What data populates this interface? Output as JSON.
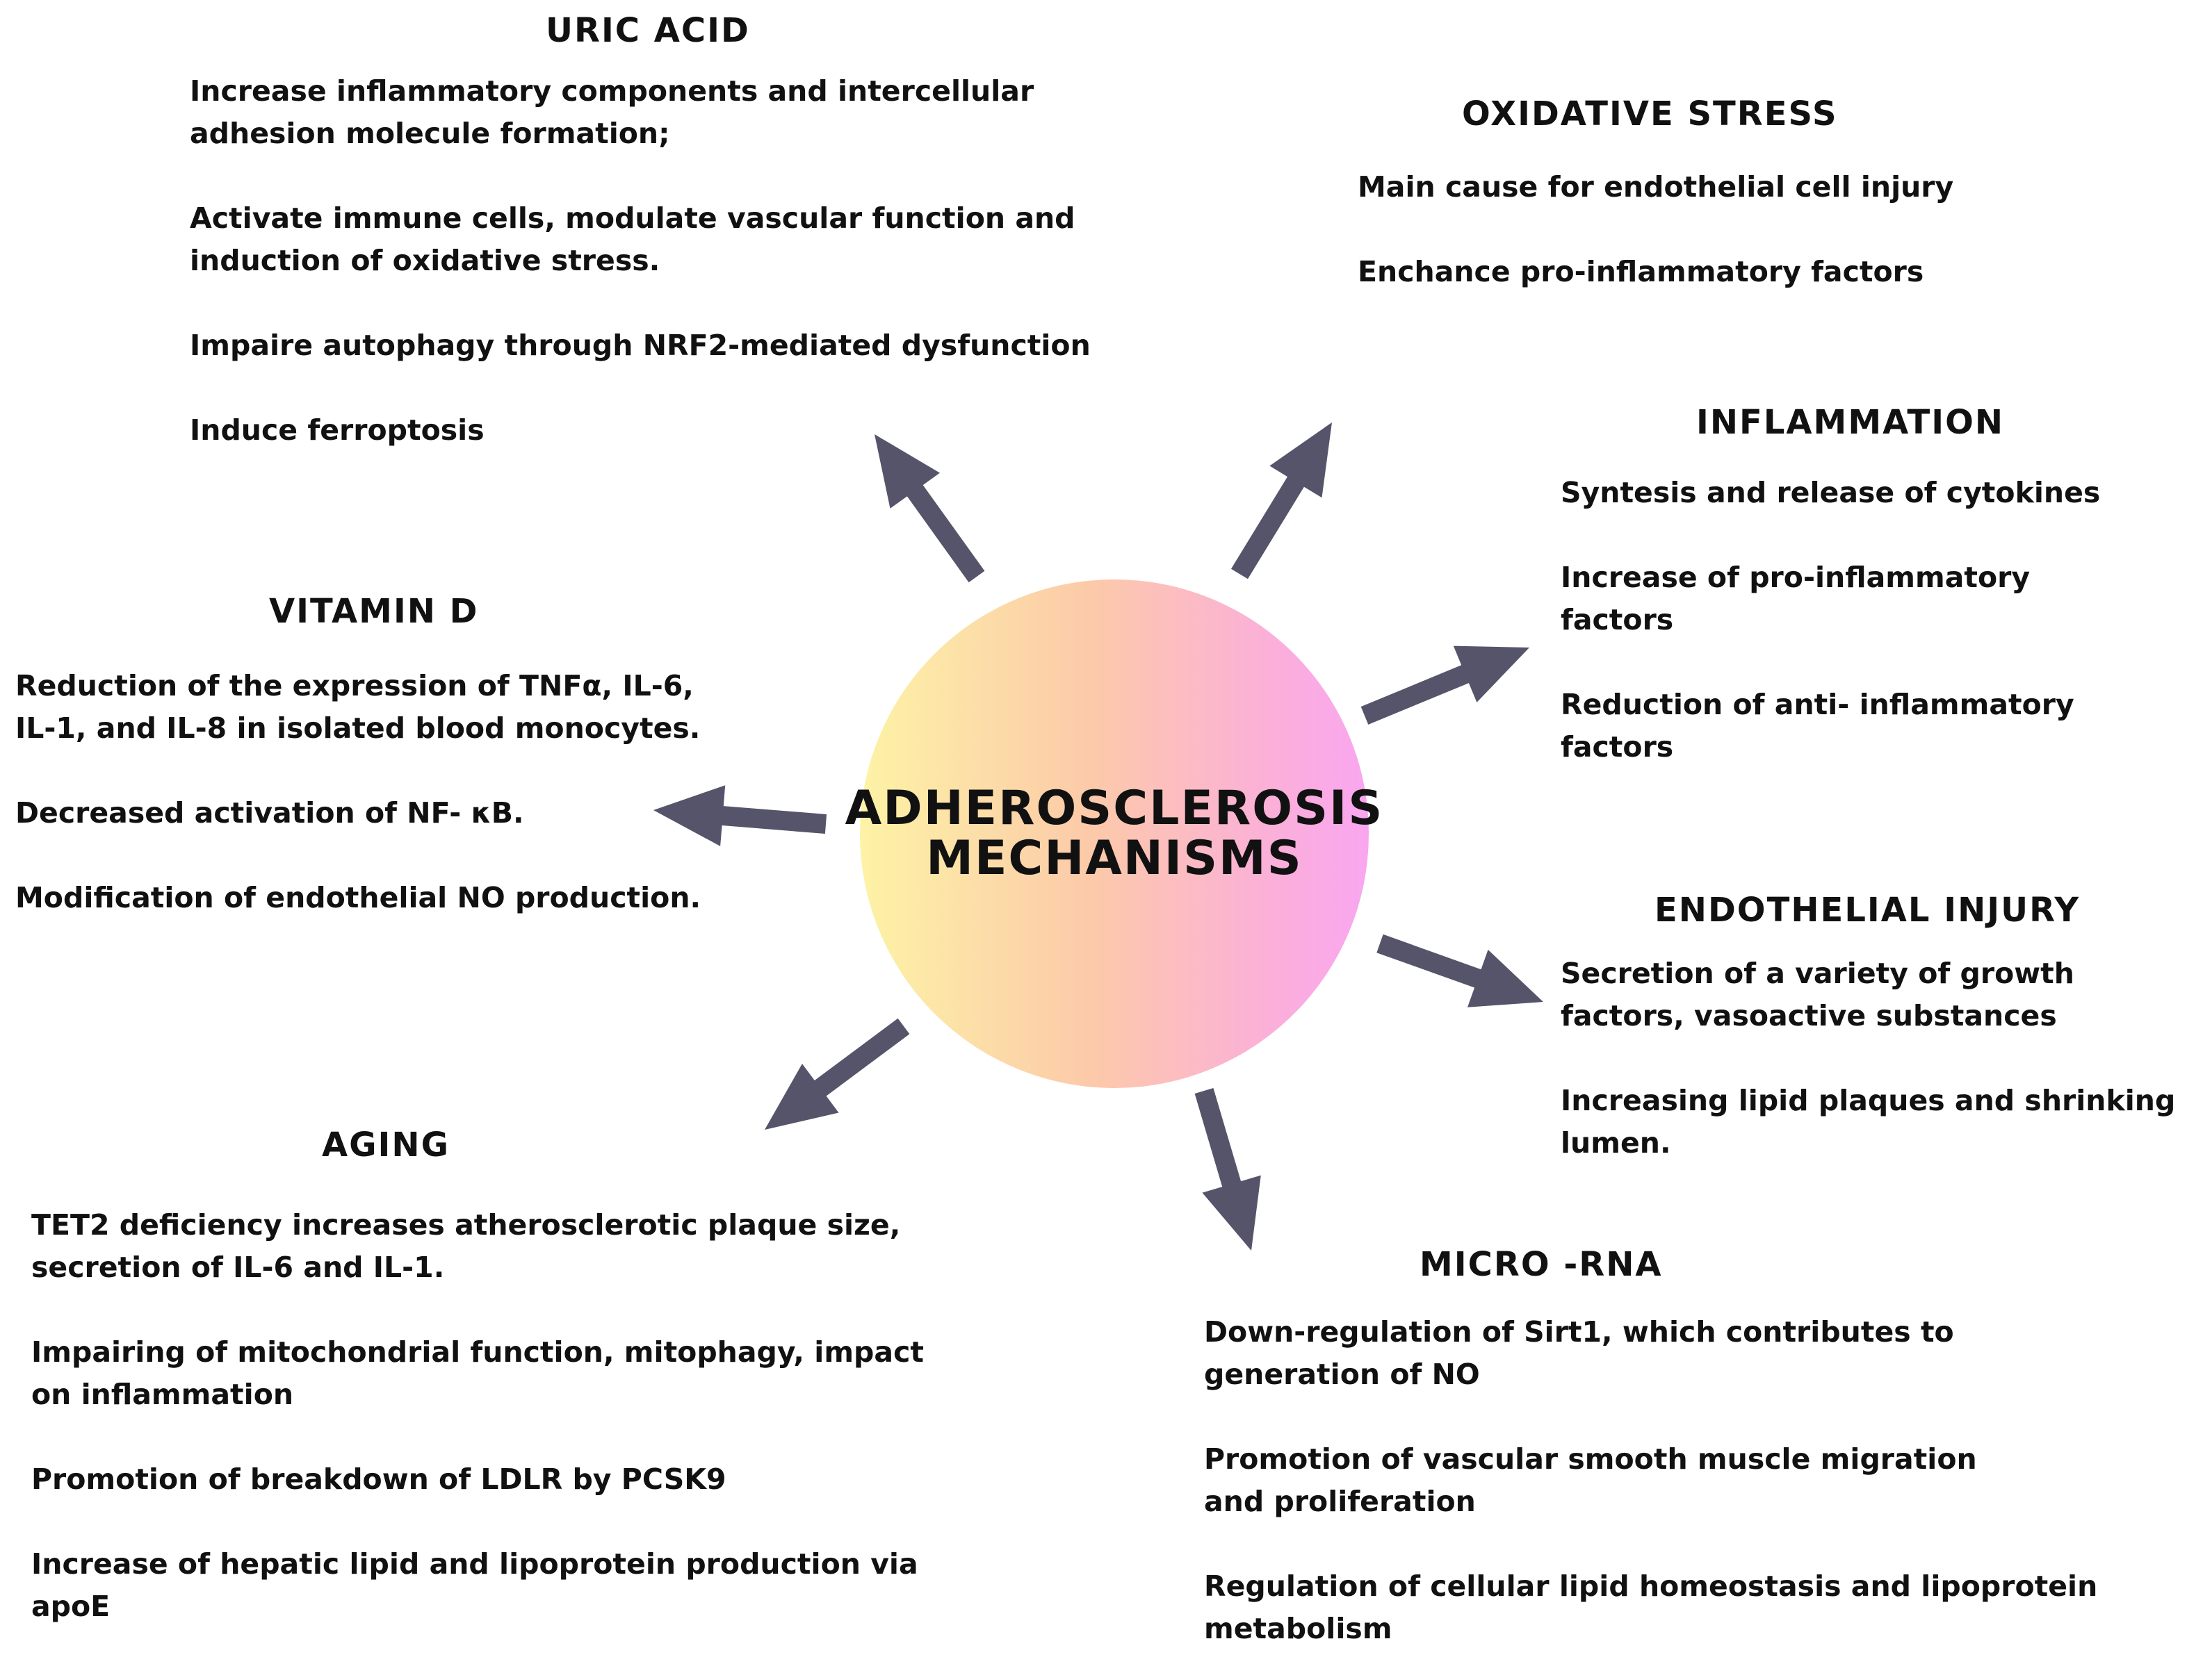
{
  "center": {
    "title": "ADHEROSCLEROSIS\nMECHANISMS",
    "gradient": [
      "#fdf3a6",
      "#f9a6f0"
    ]
  },
  "arrow_color": "#55546a",
  "sections": {
    "uric_acid": {
      "title": "URIC ACID",
      "items": [
        "Increase inflammatory components and intercellular adhesion molecule formation;",
        "Activate immune cells, modulate vascular function and induction of oxidative stress.",
        "Impaire autophagy through NRF2-mediated dysfunction",
        "Induce ferroptosis"
      ]
    },
    "oxidative_stress": {
      "title": "OXIDATIVE STRESS",
      "items": [
        "Main cause for endothelial cell injury",
        "Enchance pro-inflammatory factors"
      ]
    },
    "inflammation": {
      "title": "INFLAMMATION",
      "items": [
        "Syntesis and release of cytokines",
        "Increase of pro-inflammatory factors",
        "Reduction of anti- inflammatory factors"
      ]
    },
    "vitamin_d": {
      "title": "VITAMIN D",
      "items": [
        "Reduction of the expression of TNFα, IL-6, IL-1, and IL-8 in isolated blood monocytes.",
        "Decreased activation of NF- κB.",
        "Modification of  endothelial NO production."
      ]
    },
    "endothelial_injury": {
      "title": "ENDOTHELIAL INJURY",
      "items": [
        "Secretion of a variety of growth factors, vasoactive substances",
        "Increasing lipid plaques and shrinking lumen."
      ]
    },
    "aging": {
      "title": "AGING",
      "items": [
        "TET2 deficiency increases atherosclerotic plaque size, secretion of IL-6 and IL-1.",
        "Impairing of mitochondrial function, mitophagy, impact on inflammation",
        "Promotion of breakdown of LDLR by PCSK9",
        "Increase of hepatic lipid and lipoprotein production via apoE"
      ]
    },
    "micro_rna": {
      "title": "MICRO -RNA",
      "items": [
        "Down-regulation of Sirt1, which contributes to generation of NO",
        "Promotion of  vascular smooth muscle migration\n and proliferation",
        "Regulation of cellular lipid homeostasis and lipoprotein metabolism"
      ]
    }
  }
}
